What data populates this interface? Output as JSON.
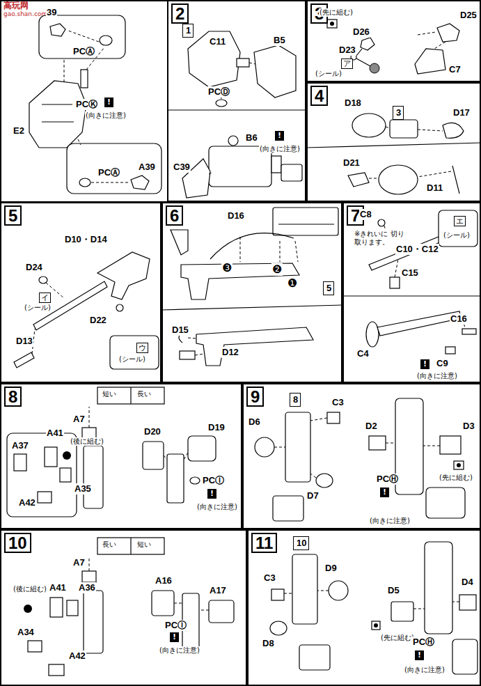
{
  "diagram": {
    "nodes": [
      {
        "text": [
          "2"
        ]
      },
      {
        "text": [
          "1"
        ],
        "in": 0
      },
      {
        "text": [
          "3"
        ]
      },
      {
        "text": [
          "4"
        ]
      },
      {
        "text": [
          "3"
        ],
        "in": 3
      },
      {
        "text": [
          "5"
        ]
      },
      {
        "text": [
          "6"
        ]
      },
      {
        "text": [
          "5"
        ],
        "in": 6
      },
      {
        "text": [
          "7"
        ]
      },
      {
        "text": [
          "8"
        ]
      },
      {
        "text": [
          "9"
        ]
      },
      {
        "text": [
          "8"
        ],
        "in": 10
      },
      {
        "text": [
          "10"
        ]
      },
      {
        "text": [
          "11"
        ]
      },
      {
        "text": [
          "10"
        ],
        "in": 13
      }
    ],
    "labels": [
      "高玩网",
      "gao.shan.com",
      "39",
      "PCⒶ",
      "PCⓀ",
      "!",
      "(向きに注意)",
      "E2",
      "PCⒶ",
      "A39",
      "C11",
      "B5",
      "PCⒹ",
      "B6",
      "!",
      "(向きに注意)",
      "C39",
      "(先に組む)",
      "D26",
      "D23",
      "ア",
      "(シール)",
      "D25",
      "C7",
      "D18",
      "D17",
      "D21",
      "D11",
      "D10・D14",
      "D24",
      "イ",
      "(シール)",
      "D13",
      "D22",
      "ウ",
      "(シール)",
      "D16",
      "❸",
      "❷",
      "❶",
      "D15",
      "D12",
      "C8",
      "※きれいに 切り取ります。",
      "エ",
      "(シール)",
      "C10・C12",
      "C15",
      "C16",
      "C4",
      "!",
      "C9",
      "(向きに注意)",
      "短い",
      "長い",
      "A7",
      "A41",
      "(後に組む)",
      "A37",
      "A35",
      "A42",
      "D20",
      "D19",
      "PCⒾ",
      "!",
      "(向きに注意)",
      "C3",
      "D6",
      "D7",
      "D2",
      "D3",
      "(先に組む)",
      "PCⒽ",
      "!",
      "(向きに注意)",
      "長い",
      "短い",
      "A7",
      "A16",
      "A17",
      "(後に組む)",
      "A41",
      "A36",
      "A34",
      "A42",
      "PCⒾ",
      "!",
      "(向きに注意)",
      "C3",
      "D9",
      "D8",
      "D4",
      "D5",
      "(先に組む)",
      "PCⒽ",
      "!",
      "(向きに注意)"
    ]
  }
}
